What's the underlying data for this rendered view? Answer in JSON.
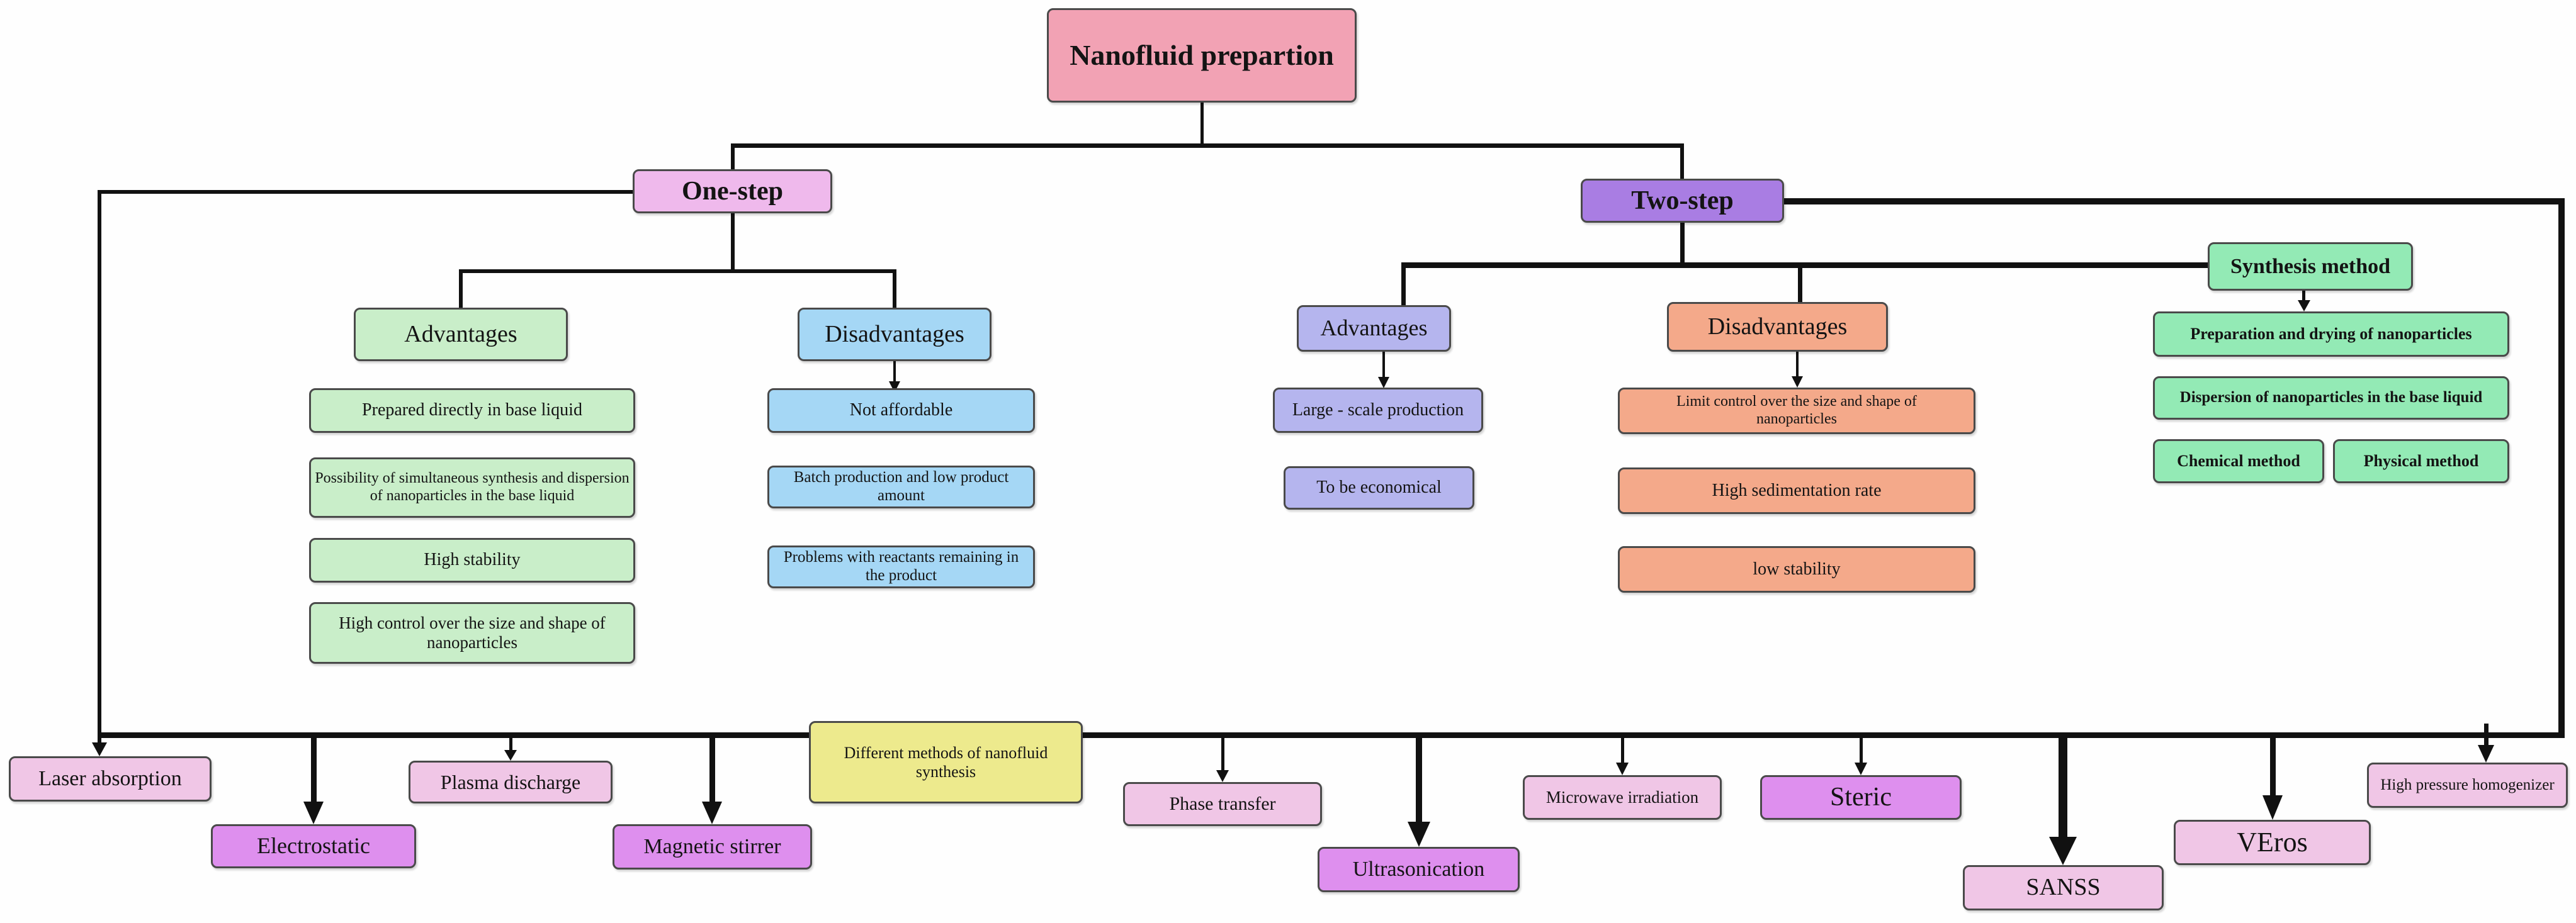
{
  "title": "Nanofluid prepartion",
  "one_step": {
    "label": "One-step",
    "advantages_header": "Advantages",
    "advantages": [
      "Prepared directly in base liquid",
      "Possibility of simultaneous synthesis and dispersion of nanoparticles in the base liquid",
      "High stability",
      "High control over the size and shape of nanoparticles"
    ],
    "disadvantages_header": "Disadvantages",
    "disadvantages": [
      "Not affordable",
      "Batch production and low product amount",
      "Problems with reactants remaining in the product"
    ]
  },
  "two_step": {
    "label": "Two-step",
    "advantages_header": "Advantages",
    "advantages": [
      "Large - scale production",
      "To be economical"
    ],
    "disadvantages_header": "Disadvantages",
    "disadvantages": [
      "Limit control over the size and shape of nanoparticles",
      "High sedimentation rate",
      "low stability"
    ]
  },
  "synthesis": {
    "label": "Synthesis method",
    "steps": [
      "Preparation and drying of nanoparticles",
      "Dispersion of nanoparticles in the base liquid"
    ],
    "methods": [
      "Chemical method",
      "Physical method"
    ]
  },
  "bottom": {
    "hub": "Different methods of nanofluid synthesis",
    "nodes": [
      "Laser absorption",
      "Electrostatic",
      "Plasma discharge",
      "Magnetic stirrer",
      "Phase transfer",
      "Ultrasonication",
      "Microwave irradiation",
      "Steric",
      "SANSS",
      "VEros",
      "High pressure homogenizer"
    ]
  },
  "colors": {
    "root": "#f2a2b4",
    "one_step": "#efb9ec",
    "two_step": "#a97de3",
    "one_step_advantages": "#c9eec9",
    "one_step_disadvantages": "#a5d7f5",
    "two_step_advantages": "#b5b5ee",
    "two_step_disadvantages": "#f4a98a",
    "synthesis": "#93eab5",
    "hub": "#edea8d",
    "method_pink": "#f0c6e6",
    "method_orchid": "#de8fee",
    "line": "#111111"
  }
}
